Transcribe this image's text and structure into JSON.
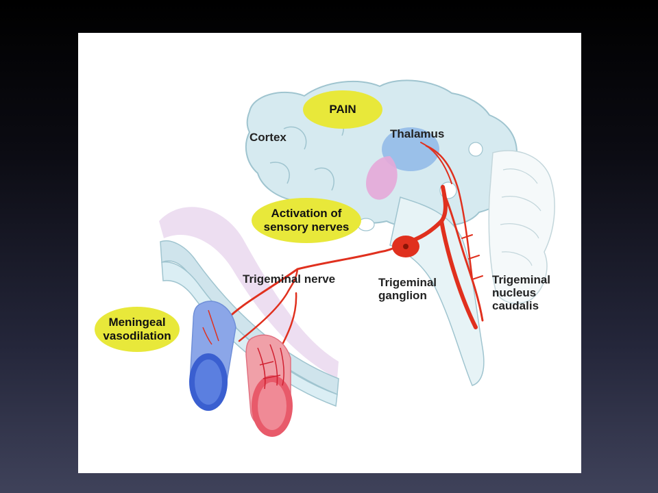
{
  "labels": {
    "pain": "PAIN",
    "cortex": "Cortex",
    "thalamus": "Thalamus",
    "activation": "Activation of\nsensory nerves",
    "trigeminal_nerve": "Trigeminal nerve",
    "trigeminal_ganglion": "Trigeminal\nganglion",
    "trigeminal_nucleus": "Trigeminal\nnucleus\ncaudalis",
    "meningeal": "Meningeal\nvasodilation"
  },
  "colors": {
    "bubble": "#e8e83a",
    "nerve": "#e0301e",
    "artery": "#e85a6a",
    "vein": "#3a5fd0",
    "brain": "#d6eaf0",
    "brain_outline": "#9fc4cf",
    "thalamus": "#8fb8e8",
    "pink_region": "#e6a8d8"
  }
}
